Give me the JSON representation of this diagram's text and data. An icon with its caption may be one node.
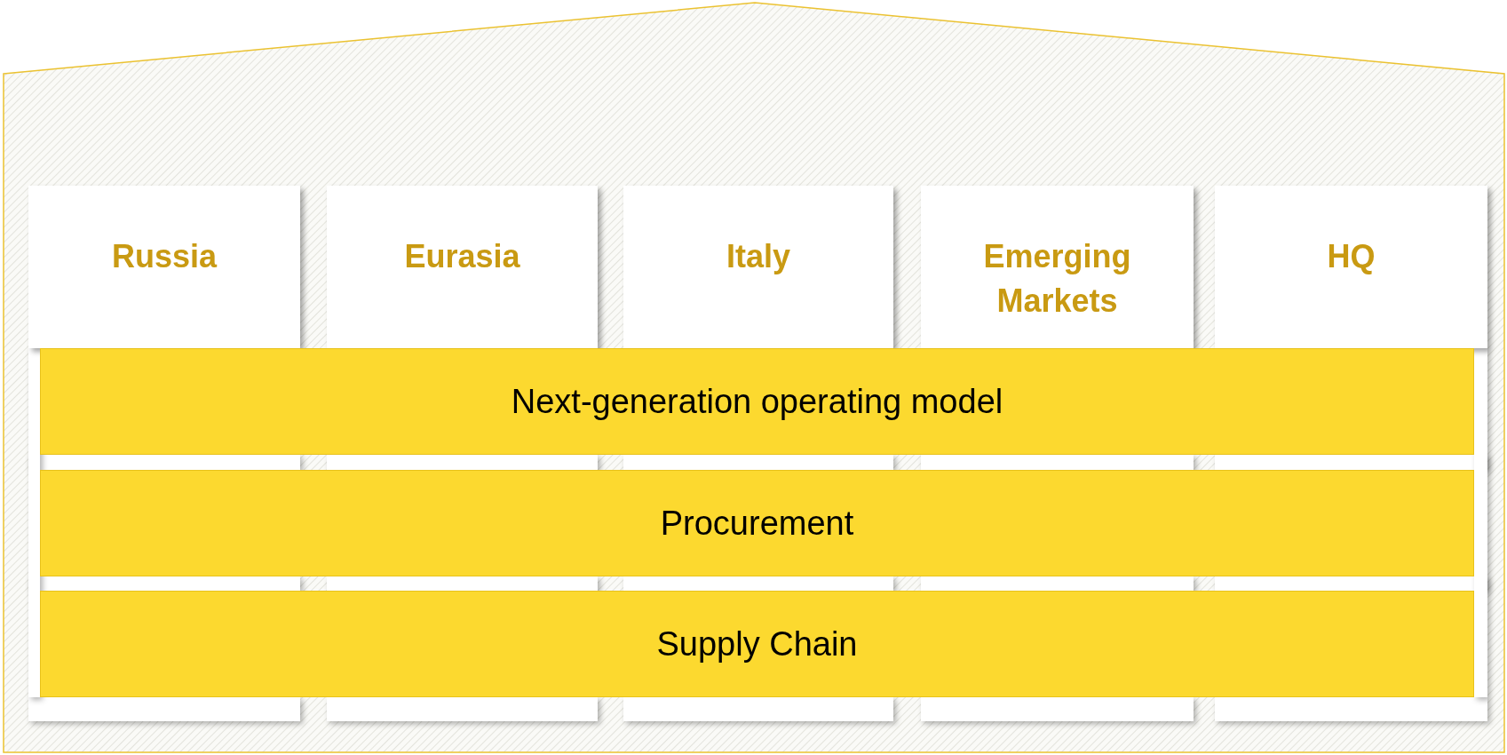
{
  "diagram": {
    "nodes": [
      {
        "text": [],
        "shape": "house"
      },
      {
        "text": [
          "Russia"
        ],
        "in": 0
      },
      {
        "text": [
          "Eurasia"
        ],
        "in": 0
      },
      {
        "text": [
          "Italy"
        ],
        "in": 0
      },
      {
        "text": [
          "Emerging Markets"
        ],
        "in": 0
      },
      {
        "text": [
          "HQ"
        ],
        "in": 0
      },
      {
        "text": [
          "Next-generation operating model"
        ],
        "in": 0
      },
      {
        "text": [
          "Procurement"
        ],
        "in": 0
      },
      {
        "text": [
          "Supply Chain"
        ],
        "in": 0
      }
    ]
  }
}
